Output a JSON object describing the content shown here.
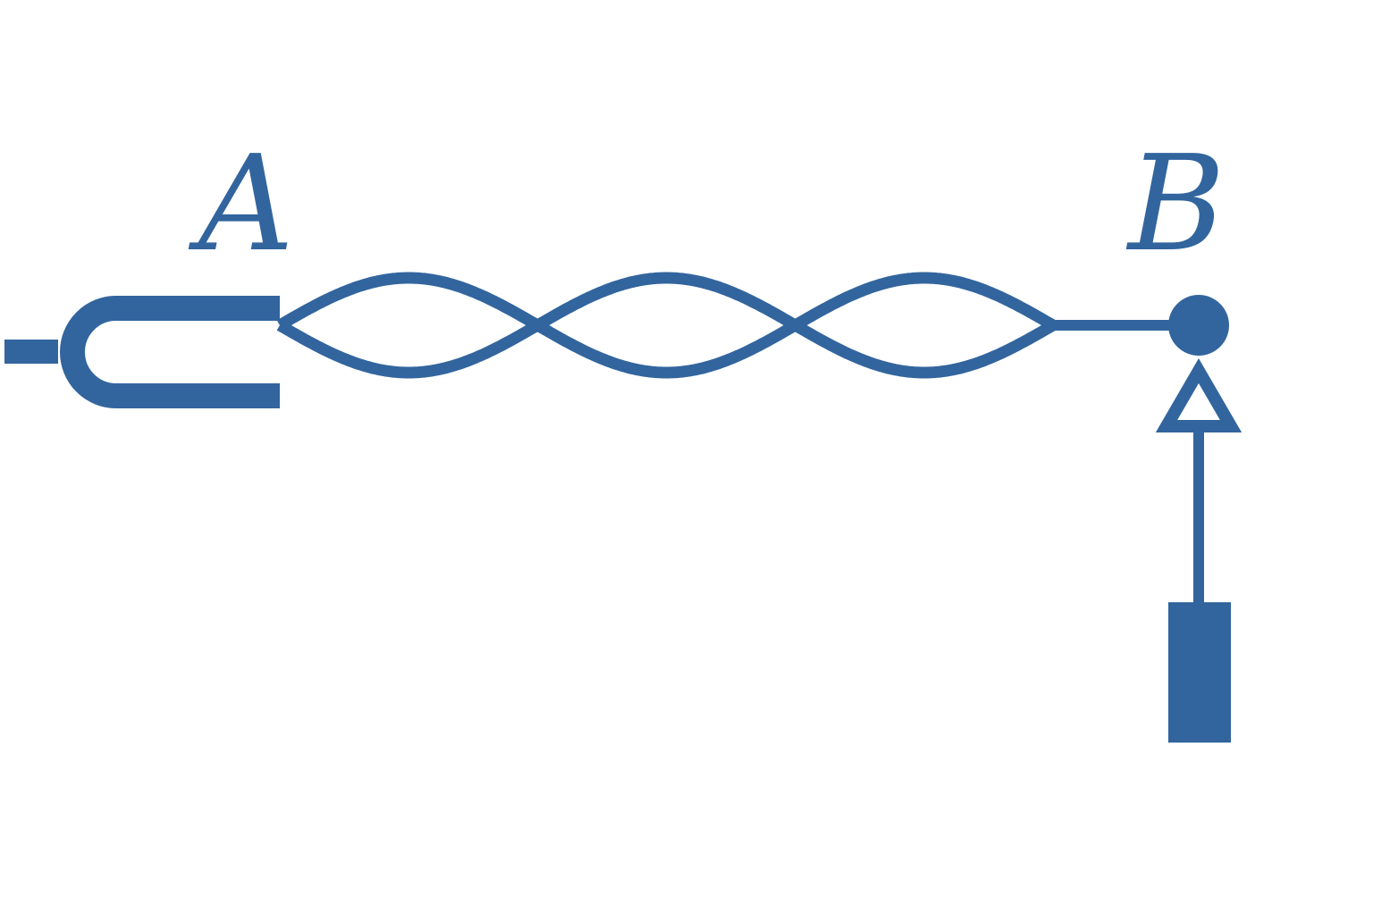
{
  "labels": {
    "a": "A",
    "b": "B"
  },
  "colors": {
    "ink": "#32659e",
    "background": "#ffffff"
  },
  "wave": {
    "loops": 3
  }
}
